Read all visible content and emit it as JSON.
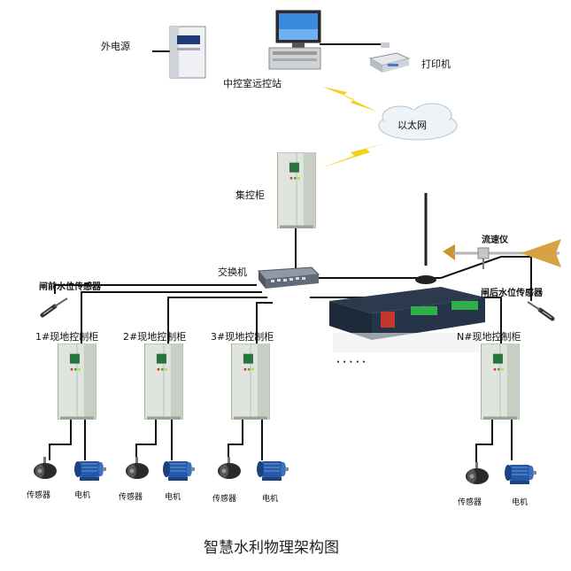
{
  "labels": {
    "external_power": "外电源",
    "control_station": "中控室远控站",
    "printer": "打印机",
    "ethernet": "以太网",
    "central_cabinet": "集控柜",
    "switch": "交换机",
    "flow_meter": "流速仪",
    "upstream_sensor": "闸前水位传感器",
    "downstream_sensor": "闸后水位传感器",
    "cabinet_1": "1#现地控制柜",
    "cabinet_2": "2#现地控制柜",
    "cabinet_3": "3#现地控制柜",
    "cabinet_n": "N#现地控制柜",
    "sensor": "传感器",
    "motor": "电机",
    "ellipsis": "· · · · ·"
  },
  "title": "智慧水利物理架构图",
  "colors": {
    "cabinet": "#dfe5dc",
    "cabinet_dark": "#b9c2b6",
    "screen": "#1f7a3a",
    "lightning": "#f2d21a",
    "motor_blue": "#2459a8",
    "sensor_dark": "#2a2a2a",
    "cloud": "#eef3f7",
    "gateway": "#1e2a3a",
    "terminal_green": "#2fae4a"
  }
}
